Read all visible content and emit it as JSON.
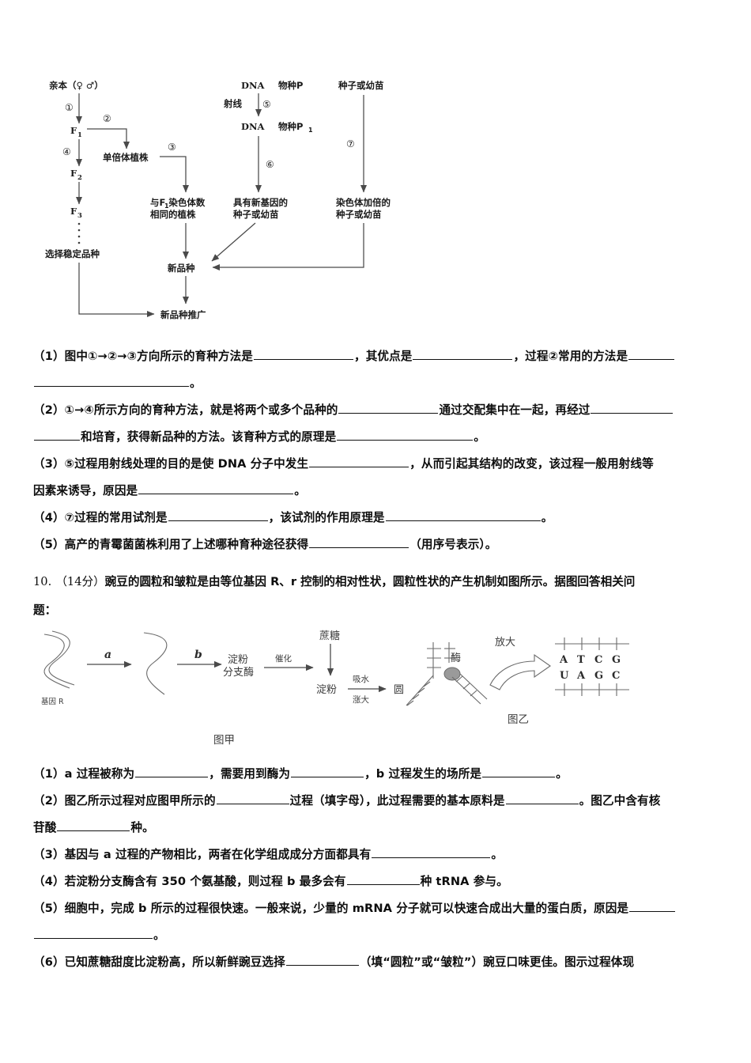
{
  "figure1": {
    "name": "breeding-methods-flowchart",
    "nodes": {
      "parent": "亲本（♀ ♂）",
      "f1": "F",
      "f1_sub": "1",
      "f2": "F",
      "f2_sub": "2",
      "f3": "F",
      "f3_sub": "3",
      "dots": "· · · ·",
      "haploid_plant": "单倍体植株",
      "same_chrom_line1": "与F 染色体数",
      "same_chrom_sub": "1",
      "same_chrom_line2": "相同的植株",
      "select_stable": "选择稳定品种",
      "dna_top": "DNA",
      "species_p": "物种P",
      "radiation": "射线",
      "dna_bottom": "DNA",
      "species_p1": "物种P",
      "species_p1_sub": "1",
      "new_gene_line1": "具有新基因的",
      "new_gene_line2": "种子或幼苗",
      "seed_or_seedling": "种子或幼苗",
      "chrom_double_line1": "染色体加倍的",
      "chrom_double_line2": "种子或幼苗",
      "new_variety": "新品种",
      "promote": "新品种推广"
    },
    "step_numbers": {
      "s1": "①",
      "s2": "②",
      "s3": "③",
      "s4": "④",
      "s5": "⑤",
      "s6": "⑥",
      "s7": "⑦"
    }
  },
  "q9_subquestions": [
    {
      "id": "q9-1",
      "segments": [
        {
          "t": "（1）图中①→②→③方向所示的育种方法是"
        },
        {
          "blank": "b12"
        },
        {
          "t": "，其优点是"
        },
        {
          "blank": "b12"
        },
        {
          "t": "，过程②常用的方法是"
        },
        {
          "blank": "b6"
        }
      ],
      "continuation": [
        {
          "blank": "b18"
        },
        {
          "t": "。"
        }
      ]
    },
    {
      "id": "q9-2",
      "segments": [
        {
          "t": "（2）①→④所示方向的育种方法，就是将两个或多个品种的"
        },
        {
          "blank": "b12"
        },
        {
          "t": "通过交配集中在一起，再经过"
        },
        {
          "blank": "b10"
        }
      ],
      "continuation": [
        {
          "blank": "b6"
        },
        {
          "t": "和培育，获得新品种的方法。该育种方式的原理是"
        },
        {
          "blank": "b16"
        },
        {
          "t": "。"
        }
      ]
    },
    {
      "id": "q9-3",
      "segments": [
        {
          "t": "（3）⑤过程用射线处理的目的是使 DNA 分子中发生"
        },
        {
          "blank": "b12"
        },
        {
          "t": "，从而引起其结构的改变，该过程一般用射线等"
        }
      ],
      "continuation": [
        {
          "t": "因素来诱导，原因是"
        },
        {
          "blank": "b18"
        },
        {
          "t": "。"
        }
      ]
    },
    {
      "id": "q9-4",
      "segments": [
        {
          "t": "（4）⑦过程的常用试剂是"
        },
        {
          "blank": "b12"
        },
        {
          "t": "，该试剂的作用原理是"
        },
        {
          "blank": "b18"
        },
        {
          "t": "。"
        }
      ]
    },
    {
      "id": "q9-5",
      "segments": [
        {
          "t": "（5）高产的青霉菌菌株利用了上述哪种育种途径获得"
        },
        {
          "blank": "b12"
        },
        {
          "t": "（用序号表示）。"
        }
      ]
    }
  ],
  "q10": {
    "number": "10.",
    "score": "（14分）",
    "stem": "豌豆的圆粒和皱粒是由等位基因 R、r 控制的相对性状，圆粒性状的产生机制如图所示。据图回答相关问",
    "stem_line2": "题："
  },
  "figure2": {
    "name": "pea-round-seed-mechanism",
    "jia": {
      "caption": "图甲",
      "gene_label": "基因 R",
      "arrow_a": "a",
      "arrow_b": "b",
      "enzyme_line1": "淀粉",
      "enzyme_line2": "分支酶",
      "catalyze": "催化",
      "sucrose": "蔗糖",
      "starch": "淀粉",
      "absorb_line1": "吸水",
      "absorb_line2": "涨大",
      "round": "圆"
    },
    "yi": {
      "caption": "图乙",
      "enzyme": "酶",
      "magnify": "放大",
      "top_strand": [
        "A",
        "T",
        "C",
        "G"
      ],
      "bottom_strand": [
        "U",
        "A",
        "G",
        "C"
      ]
    }
  },
  "q10_subquestions": [
    {
      "id": "q10-1",
      "segments": [
        {
          "t": "（1）a 过程被称为"
        },
        {
          "blank": "b9"
        },
        {
          "t": "，需要用到酶为"
        },
        {
          "blank": "b9"
        },
        {
          "t": "，b 过程发生的场所是"
        },
        {
          "blank": "b9"
        },
        {
          "t": "。"
        }
      ]
    },
    {
      "id": "q10-2",
      "segments": [
        {
          "t": "（2）图乙所示过程对应图甲所示的"
        },
        {
          "blank": "b9"
        },
        {
          "t": "过程（填字母），此过程需要的基本原料是"
        },
        {
          "blank": "b9"
        },
        {
          "t": "。图乙中含有核"
        }
      ],
      "continuation": [
        {
          "t": "苷酸"
        },
        {
          "blank": "b9"
        },
        {
          "t": "种。"
        }
      ]
    },
    {
      "id": "q10-3",
      "segments": [
        {
          "t": "（3）基因与 a 过程的产物相比，两者在化学组成成分方面都具有"
        },
        {
          "blank": "b14"
        },
        {
          "t": "。"
        }
      ]
    },
    {
      "id": "q10-4",
      "segments": [
        {
          "t": "（4）若淀粉分支酶含有 350 个氨基酸，则过程 b 最多会有"
        },
        {
          "blank": "b9"
        },
        {
          "t": "种 tRNA 参与。"
        }
      ]
    },
    {
      "id": "q10-5",
      "segments": [
        {
          "t": "（5）细胞中，完成 b 所示的过程很快速。一般来说，少量的 mRNA 分子就可以快速合成出大量的蛋白质，原因是"
        },
        {
          "blank": "b6"
        }
      ],
      "continuation": [
        {
          "blank": "b14"
        },
        {
          "t": "。"
        }
      ]
    },
    {
      "id": "q10-6",
      "segments": [
        {
          "t": "（6）已知蔗糖甜度比淀粉高，所以新鲜豌豆选择"
        },
        {
          "blank": "b9"
        },
        {
          "t": "（填“圆粒”或“皱粒”）豌豆口味更佳。图示过程体现"
        }
      ]
    }
  ],
  "colors": {
    "ink": "#0d0d0d",
    "figure_line": "#4a4a4a",
    "figure_text": "#3c3c3c",
    "page_background": "#ffffff"
  }
}
